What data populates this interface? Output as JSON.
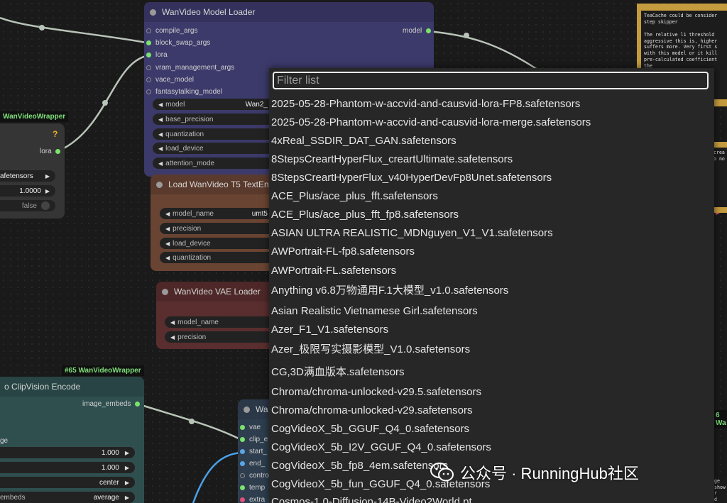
{
  "model_loader": {
    "title": "WanVideo Model Loader",
    "inputs": [
      "compile_args",
      "block_swap_args",
      "lora",
      "vram_management_args",
      "vace_model",
      "fantasytalking_model"
    ],
    "output": "model",
    "widgets": [
      {
        "label": "model",
        "value": "Wan2_"
      },
      {
        "label": "base_precision",
        "value": ""
      },
      {
        "label": "quantization",
        "value": ""
      },
      {
        "label": "load_device",
        "value": ""
      },
      {
        "label": "attention_mode",
        "value": ""
      }
    ]
  },
  "lora_node": {
    "title": "WanVideoWrapper",
    "warn": "?",
    "output": "lora",
    "widgets": [
      {
        "label": "",
        "value": "afetensors"
      },
      {
        "label": "",
        "value": "1.0000"
      },
      {
        "label": "",
        "value": "false"
      }
    ]
  },
  "t5_node": {
    "title": "Load WanVideo T5 TextEn",
    "widgets": [
      {
        "label": "model_name",
        "value": "umt5"
      },
      {
        "label": "precision",
        "value": ""
      },
      {
        "label": "load_device",
        "value": ""
      },
      {
        "label": "quantization",
        "value": ""
      }
    ]
  },
  "vae_node": {
    "title": "WanVideo VAE Loader",
    "widgets": [
      {
        "label": "model_name",
        "value": ""
      },
      {
        "label": "precision",
        "value": ""
      }
    ]
  },
  "clip_node": {
    "badge": "#65 WanVideoWrapper",
    "title": "o ClipVision Encode",
    "output": "image_embeds",
    "widgets": [
      {
        "label": "ge",
        "value": ""
      },
      {
        "label": "",
        "value": "1.000"
      },
      {
        "label": "",
        "value": "1.000"
      },
      {
        "label": "",
        "value": "center"
      },
      {
        "label": "embeds",
        "value": "average"
      }
    ]
  },
  "wa_node": {
    "title": "Wa",
    "inputs": [
      "vae",
      "clip_e",
      "start_",
      "end_",
      "contro",
      "temp",
      "extra"
    ]
  },
  "right_badge": "6 Wa",
  "notes": {
    "lines": [
      "TeaCache could be consider",
      "step skipper",
      "",
      "The relative l1 threshold",
      "aggressive this is, higher",
      "suffers more. Very first s",
      "with this model or it kill",
      "pre-calculated coefficient",
      "the"
    ]
  },
  "notes2": {
    "lines": [
      "crea",
      "o no"
    ]
  },
  "notes3": {
    "lines": [
      "ge",
      "show",
      "r",
      "d"
    ]
  },
  "dropdown": {
    "placeholder": "Filter list",
    "options": [
      "2025-05-28-Phantom-w-accvid-and-causvid-lora-FP8.safetensors",
      "2025-05-28-Phantom-w-accvid-and-causvid-lora-merge.safetensors",
      "4xReal_SSDIR_DAT_GAN.safetensors",
      "8StepsCreartHyperFlux_creartUltimate.safetensors",
      "8StepsCreartHyperFlux_v40HyperDevFp8Unet.safetensors",
      "ACE_Plus/ace_plus_fft.safetensors",
      "ACE_Plus/ace_plus_fft_fp8.safetensors",
      "ASIAN ULTRA REALISTIC_MDNguyen_V1_V1.safetensors",
      "AWPortrait-FL-fp8.safetensors",
      "AWPortrait-FL.safetensors",
      "Anything v6.8万物通用F.1大模型_v1.0.safetensors",
      "Asian Realistic Vietnamese Girl.safetensors",
      "Azer_F1_V1.safetensors",
      "Azer_极限写实摄影模型_V1.0.safetensors",
      "CG,3D满血版本.safetensors",
      "Chroma/chroma-unlocked-v29.5.safetensors",
      "Chroma/chroma-unlocked-v29.safetensors",
      "CogVideoX_5b_GGUF_Q4_0.safetensors",
      "CogVideoX_5b_I2V_GGUF_Q4_0.safetensors",
      "CogVideoX_5b_fp8_4em.safetensors",
      "CogVideoX_5b_fun_GGUF_Q4_0.safetensors",
      "Cosmos-1.0-Diffusion-14B-Video2World.pt"
    ]
  },
  "watermark": {
    "text": "公众号 · RunningHub社区"
  }
}
